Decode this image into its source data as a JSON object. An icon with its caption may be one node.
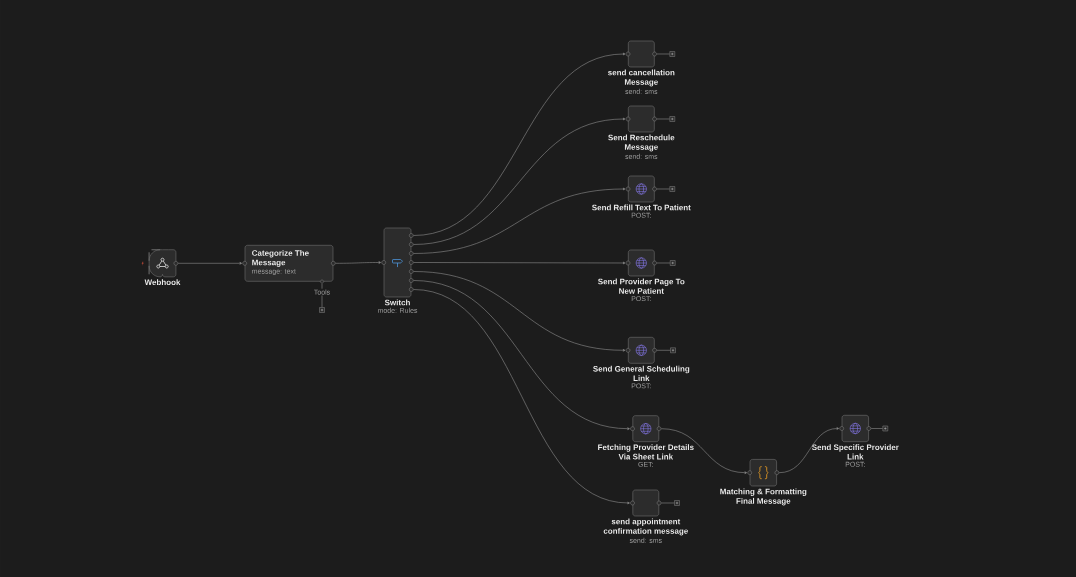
{
  "diagram": {
    "nodes": [
      {
        "text": [
          "Webhook"
        ]
      },
      {
        "text": [
          "Categorize The Message",
          "message: text"
        ]
      },
      {
        "text": [
          "Switch",
          "mode: Rules"
        ]
      },
      {
        "text": [
          "send cancellation Message",
          "send: sms"
        ]
      },
      {
        "text": [
          "Send Reschedule Message",
          "send: sms"
        ]
      },
      {
        "text": [
          "Send Refill Text To Patient",
          "POST:"
        ]
      },
      {
        "text": [
          "Send Provider Page To New Patient",
          "POST:"
        ]
      },
      {
        "text": [
          "Send General Scheduling Link",
          "POST:"
        ]
      },
      {
        "text": [
          "Fetching Provider Details Via Sheet Link",
          "GET:"
        ]
      },
      {
        "text": [
          "send appointment confirmation message",
          "send: sms"
        ]
      },
      {
        "text": [
          "Matching & Formatting Final Message"
        ]
      },
      {
        "text": [
          "Send Specific Provider Link",
          "POST:"
        ]
      },
      {
        "text": [],
        "shape": "box"
      },
      {
        "text": [],
        "shape": "box"
      },
      {
        "text": [],
        "shape": "box"
      },
      {
        "text": [],
        "shape": "box"
      },
      {
        "text": [],
        "shape": "box"
      },
      {
        "text": [],
        "shape": "box"
      },
      {
        "text": [],
        "shape": "box"
      },
      {
        "text": [],
        "shape": "box"
      }
    ],
    "edges": [
      {
        "from": 0,
        "to": 1,
        "arrow": "to"
      },
      {
        "from": 1,
        "to": 2,
        "arrow": "to"
      },
      {
        "from": 2,
        "to": 3,
        "arrow": "to"
      },
      {
        "from": 2,
        "to": 4,
        "arrow": "to"
      },
      {
        "from": 2,
        "to": 5,
        "arrow": "to"
      },
      {
        "from": 2,
        "to": 6,
        "arrow": "to"
      },
      {
        "from": 2,
        "to": 7,
        "arrow": "to"
      },
      {
        "from": 2,
        "to": 8,
        "arrow": "to"
      },
      {
        "from": 2,
        "to": 9,
        "arrow": "to"
      },
      {
        "from": 8,
        "to": 10,
        "arrow": "to"
      },
      {
        "from": 10,
        "to": 11,
        "arrow": "to"
      },
      {
        "from": 1,
        "to": 12,
        "arrow": "none",
        "label": "Tools"
      },
      {
        "from": 3,
        "to": 13,
        "arrow": "none"
      },
      {
        "from": 4,
        "to": 14,
        "arrow": "none"
      },
      {
        "from": 5,
        "to": 15,
        "arrow": "none"
      },
      {
        "from": 6,
        "to": 16,
        "arrow": "none"
      },
      {
        "from": 7,
        "to": 17,
        "arrow": "none"
      },
      {
        "from": 9,
        "to": 18,
        "arrow": "none"
      },
      {
        "from": 11,
        "to": 19,
        "arrow": "none"
      }
    ]
  }
}
